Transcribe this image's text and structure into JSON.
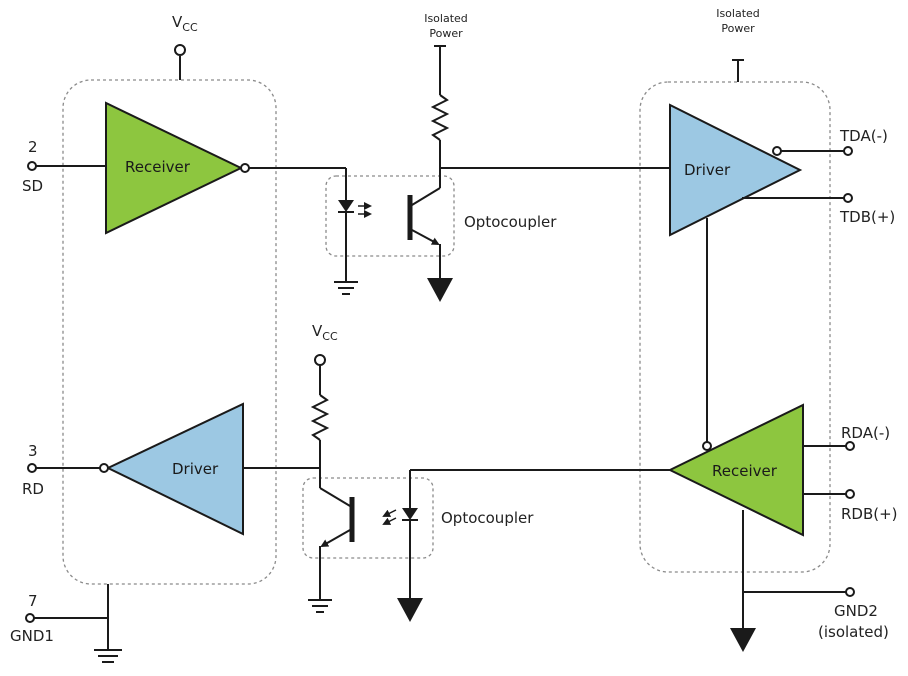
{
  "colors": {
    "receiver": "#8dc63f",
    "driver": "#9cc8e3",
    "stroke": "#1a1a1a",
    "box": "#8a8a8a"
  },
  "supply": {
    "vcc_base": "V",
    "vcc_sub": "CC",
    "isolated_power_line1": "Isolated",
    "isolated_power_line2": "Power"
  },
  "blocks": {
    "receiver_label": "Receiver",
    "driver_label": "Driver",
    "optocoupler_label": "Optocoupler"
  },
  "pins": {
    "sd_num": "2",
    "sd_name": "SD",
    "rd_num": "3",
    "rd_name": "RD",
    "gnd1_num": "7",
    "gnd1_name": "GND1",
    "tda": "TDA(-)",
    "tdb": "TDB(+)",
    "rda": "RDA(-)",
    "rdb": "RDB(+)",
    "gnd2_line1": "GND2",
    "gnd2_line2": "(isolated)"
  },
  "icons": [
    "ground-icon",
    "resistor-icon",
    "led-icon",
    "phototransistor-icon",
    "supply-terminal-icon"
  ]
}
